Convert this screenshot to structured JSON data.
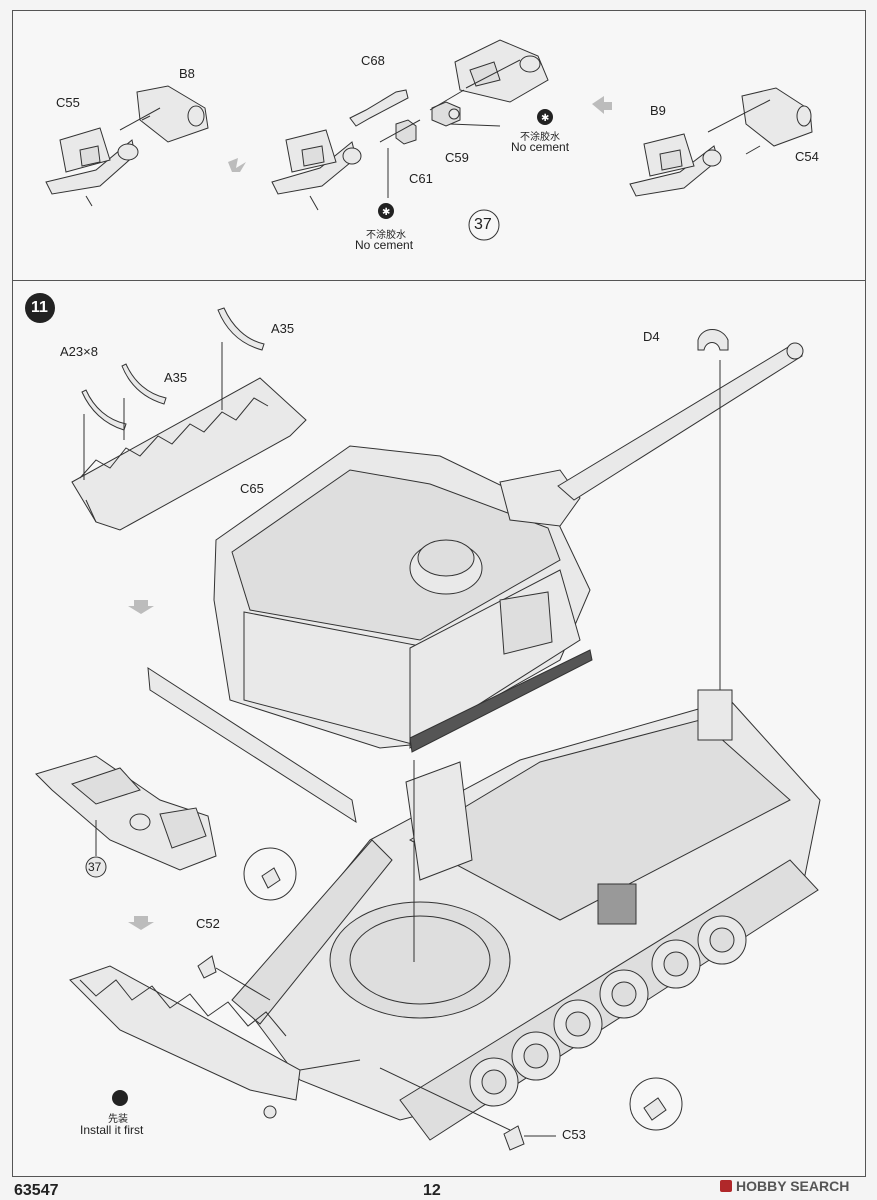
{
  "step37": {
    "labels": {
      "c55": "C55",
      "b8": "B8",
      "c68": "C68",
      "c61": "C61",
      "c59": "C59",
      "b9": "B9",
      "c54": "C54"
    },
    "no_cement_1": {
      "cn": "不涂胶水",
      "en": "No cement"
    },
    "no_cement_2": {
      "cn": "不涂胶水",
      "en": "No cement"
    },
    "step_number": "37"
  },
  "step11": {
    "step_number": "11",
    "labels": {
      "a35_top": "A35",
      "a23": "A23×8",
      "a35_mid": "A35",
      "c65": "C65",
      "d4": "D4",
      "c52": "C52",
      "c53": "C53",
      "ref37": "37"
    },
    "install_first": {
      "cn": "先装",
      "en": "Install it first"
    }
  },
  "footer": {
    "product_code": "63547",
    "page_number": "12",
    "watermark": "HOBBY SEARCH"
  },
  "icons": [
    "no-cement-icon",
    "install-first-icon",
    "step-flow-arrow-icon",
    "magnifier-circle-icon"
  ]
}
